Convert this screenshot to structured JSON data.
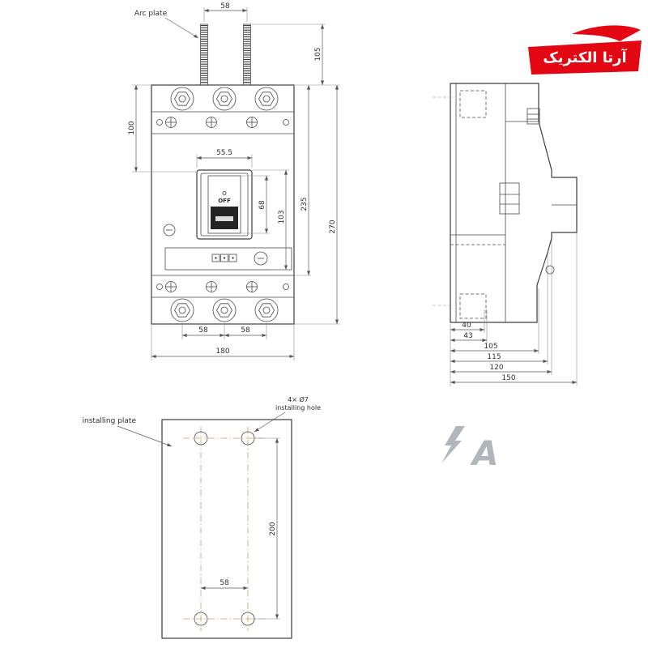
{
  "logo": {
    "brand_text": "آرتا الکتریک",
    "brand_color": "#e30613"
  },
  "watermark": {
    "letter": "A"
  },
  "front_view": {
    "arc_plate_label": "Arc plate",
    "switch": {
      "o": "O",
      "off": "OFF"
    },
    "dims": {
      "arc_spacing": "58",
      "arc_height": "105",
      "top_offset": "100",
      "escutcheon_width": "55.5",
      "window_height": "68",
      "cover_height": "103",
      "upper_height": "235",
      "total_height": "270",
      "pitch_left": "58",
      "pitch_right": "58",
      "total_width": "180"
    }
  },
  "side_view": {
    "dims": {
      "depth_40": "40",
      "depth_43": "43",
      "depth_105": "105",
      "depth_115": "115",
      "depth_120": "120",
      "depth_150": "150"
    }
  },
  "bottom_view": {
    "plate_label": "installing plate",
    "hole_label_line1": "4× Ø7",
    "hole_label_line2": "installing hole",
    "dims": {
      "hole_vertical_spacing": "200",
      "hole_horizontal_spacing": "58"
    }
  }
}
